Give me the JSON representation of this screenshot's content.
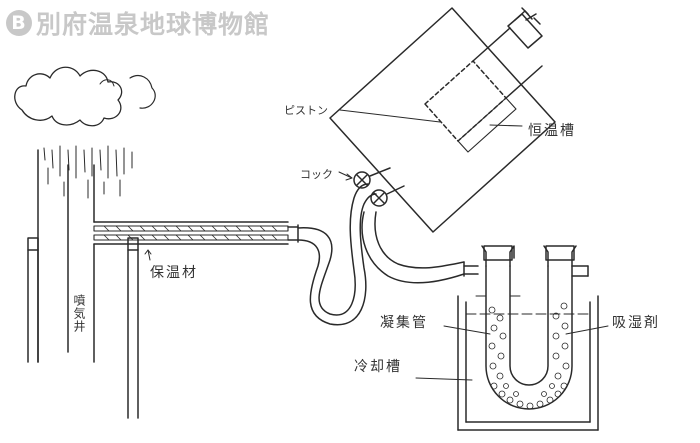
{
  "watermark": {
    "symbol": "B",
    "text": "別府温泉地球博物館"
  },
  "labels": {
    "piston": "ピストン",
    "thermostat_tank": "恒温槽",
    "cock": "コック",
    "insulation_material": "保温材",
    "fumarole_well": "噴気井",
    "condenser_tube": "凝集管",
    "absorbent": "吸湿剤",
    "cooling_tank": "冷却槽"
  },
  "colors": {
    "line": "#2a2a2a",
    "watermark": "#c8c8c8",
    "liquid": "#d8d8d8"
  },
  "icons": {
    "cock": "valve-cross-circle-icon",
    "steam": "steam-cloud-icon"
  }
}
